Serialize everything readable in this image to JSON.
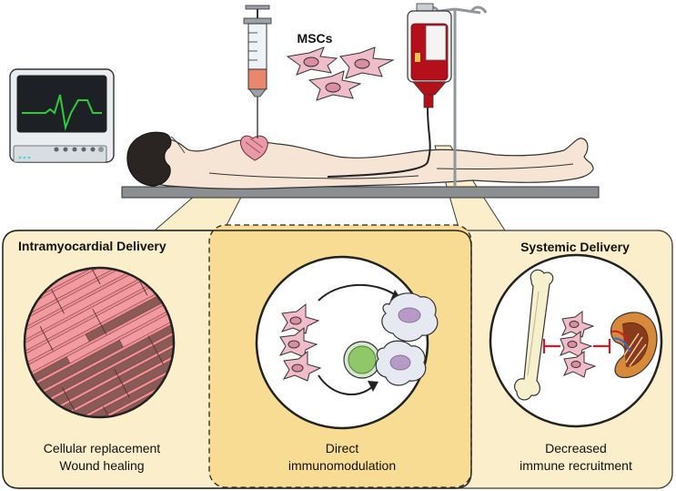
{
  "labels": {
    "mscs": "MSCs",
    "intramyocardial_title": "Intramyocardial Delivery",
    "systemic_title": "Systemic Delivery",
    "captions": {
      "left_line1": "Cellular replacement",
      "left_line2": "Wound healing",
      "middle_line1": "Direct",
      "middle_line2": "immunomodulation",
      "right_line1": "Decreased",
      "right_line2": "immune recruitment"
    }
  },
  "colors": {
    "panel_fill": "#fbeecb",
    "panel_center_fill": "#f8dc94",
    "panel_stroke": "#3a3a3a",
    "msc_pink": "#f0bcc9",
    "blood_red": "#b3101c",
    "muscle_light": "#f08f94",
    "muscle_dark": "#8a5a56",
    "skin": "#f6e5d5",
    "monitor_trace": "#2ecc3a",
    "inhibit_red": "#d01b2a"
  },
  "icons": [
    "monitor-icon",
    "syringe-icon",
    "iv-bag-icon",
    "iv-pole-icon",
    "bone-icon",
    "spleen-icon",
    "macrophage-icon",
    "lymphocyte-icon",
    "heart-icon"
  ]
}
